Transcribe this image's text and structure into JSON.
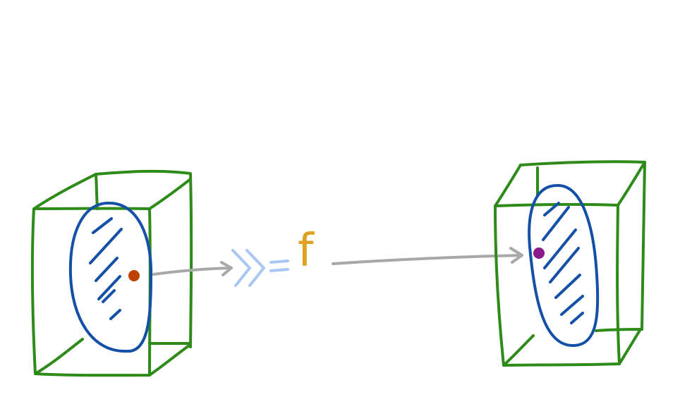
{
  "colors": {
    "green": "#2e8b1a",
    "blue": "#1450a8",
    "gray": "#a8a8a8",
    "lightblue": "#a9c6f5",
    "orange": "#e0a020",
    "red_dot": "#c04000",
    "purple_dot": "#8a1a8a"
  },
  "function_symbol": "f",
  "icons": {
    "left_box": "green-wireframe-cube",
    "right_box": "green-wireframe-cube",
    "left_blob": "blue-hatched-ellipse",
    "right_blob": "blue-hatched-ellipse",
    "left_point": "orange-dot",
    "right_point": "purple-dot",
    "bind_operator": "bind-operator-glyph"
  }
}
